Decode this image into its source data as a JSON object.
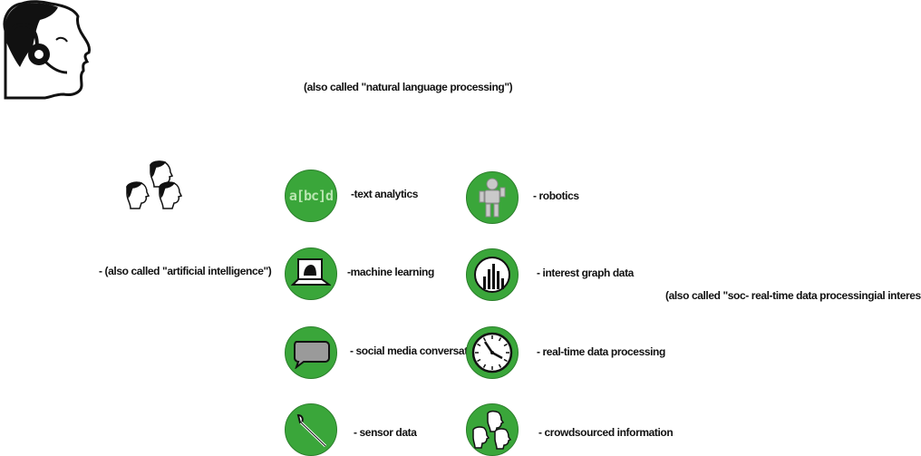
{
  "header": {
    "note_nlp": "(also called \"natural language processing\")",
    "note_ai": "- (also called \"artificial intelligence\")",
    "note_social": "(also called \"soc- real-time data processingial interests data\")"
  },
  "icons": {
    "abc_text": "a[bc]d"
  },
  "features": [
    {
      "label": "-text analytics",
      "icon": "text-analytics-icon"
    },
    {
      "label": "- robotics",
      "icon": "robot-icon"
    },
    {
      "label": "-machine learning",
      "icon": "laptop-icon"
    },
    {
      "label": "- interest graph data",
      "icon": "bar-graph-icon"
    },
    {
      "label": "- social media conversation",
      "icon": "speech-bubble-icon"
    },
    {
      "label": "- real-time data processing",
      "icon": "clock-icon"
    },
    {
      "label": "- sensor data",
      "icon": "sensor-wand-icon"
    },
    {
      "label": "- crowdsourced information",
      "icon": "crowd-icon"
    }
  ],
  "colors": {
    "circle_green": "#3aa63a",
    "ink": "#111111"
  }
}
